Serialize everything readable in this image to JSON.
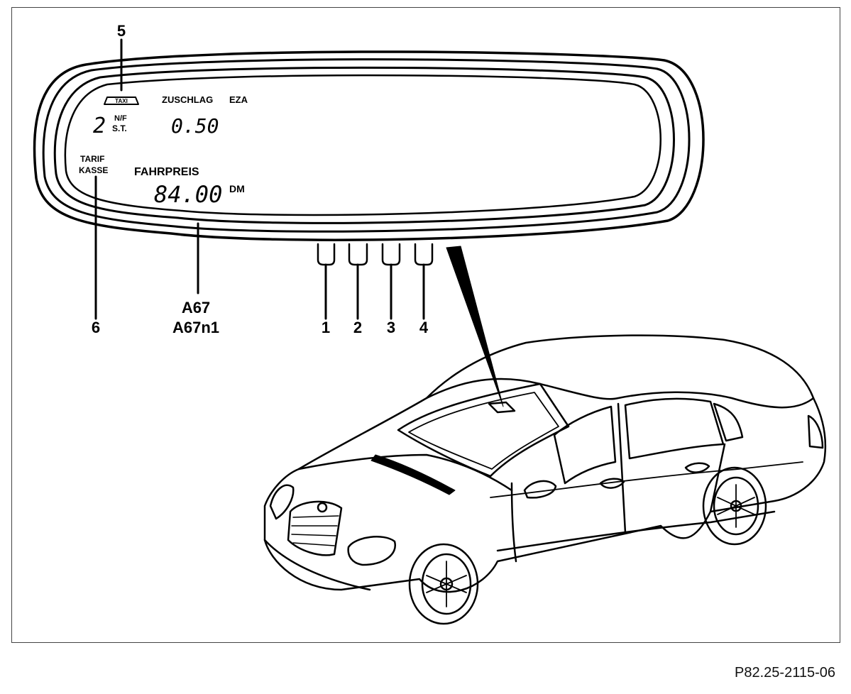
{
  "callouts": {
    "c1": "1",
    "c2": "2",
    "c3": "3",
    "c4": "4",
    "c5": "5",
    "c6": "6",
    "component_line1": "A67",
    "component_line2": "A67n1"
  },
  "display": {
    "taxi_sign": "TAXI",
    "zuschlag_label": "ZUSCHLAG",
    "eza_label": "EZA",
    "tariff_digit": "2",
    "nf_label": "N/F",
    "st_label": "S.T.",
    "zuschlag_value": "0.50",
    "tarif_label": "TARIF",
    "kasse_label": "KASSE",
    "fahrpreis_label": "FAHRPREIS",
    "fahrpreis_value": "84.00",
    "currency": "DM"
  },
  "figure_code": "P82.25-2115-06",
  "colors": {
    "line": "#000000",
    "background": "#ffffff",
    "frame": "#444444"
  }
}
